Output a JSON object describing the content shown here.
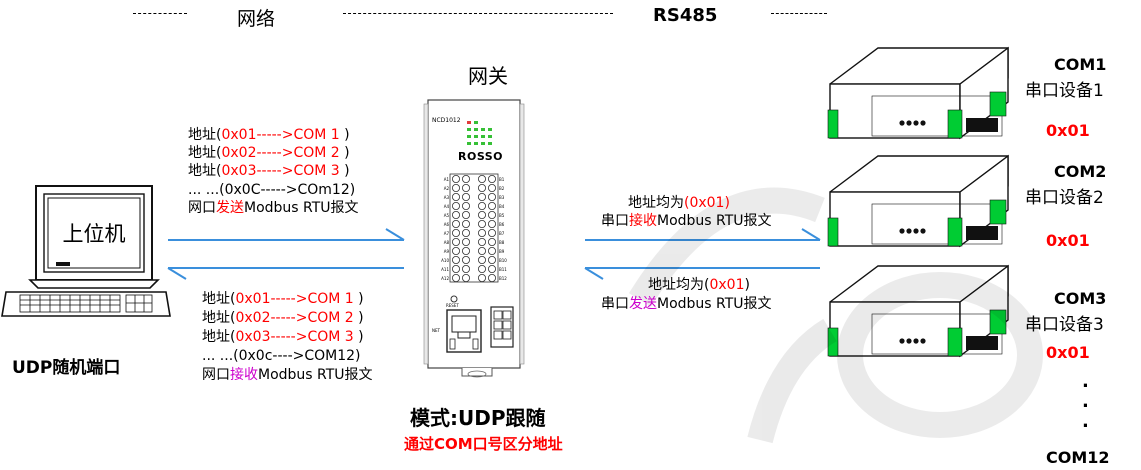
{
  "header": {
    "network_label": "网络",
    "rs485_label": "RS485"
  },
  "gateway": {
    "title": "网关",
    "model_label": "NCD1012",
    "brand_logo": "ROSSO",
    "terminals_left": [
      "A1",
      "A2",
      "A3",
      "A4",
      "A5",
      "A6",
      "A7",
      "A8",
      "A9",
      "A10",
      "A11",
      "A12"
    ],
    "terminals_right": [
      "B1",
      "B2",
      "B3",
      "B4",
      "B5",
      "B6",
      "B7",
      "B8",
      "B9",
      "B10",
      "B11",
      "B12"
    ],
    "reset_label": "RESET",
    "net_label": "NET"
  },
  "host": {
    "screen_label": "上位机",
    "port_label": "UDP随机端口"
  },
  "send_block": {
    "lines": [
      {
        "prefix": "地址(",
        "addr": "0x01----->COM 1",
        "suffix": " )"
      },
      {
        "prefix": "地址(",
        "addr": "0x02----->COM 2",
        "suffix": " )"
      },
      {
        "prefix": "地址(",
        "addr": "0x03----->COM 3",
        "suffix": " )"
      }
    ],
    "ellipsis_line": "... ...(0x0C----->COm12)",
    "footer_pre": "网口",
    "footer_verb": "发送",
    "footer_post": "Modbus RTU报文"
  },
  "recv_block": {
    "lines": [
      {
        "prefix": "地址(",
        "addr": "0x01----->COM 1",
        "suffix": " )"
      },
      {
        "prefix": "地址(",
        "addr": "0x02----->COM 2",
        "suffix": " )"
      },
      {
        "prefix": "地址(",
        "addr": "0x03----->COM 3",
        "suffix": " )"
      }
    ],
    "ellipsis_line": "... ...(0x0c---->COM12)",
    "footer_pre": "网口",
    "footer_verb": "接收",
    "footer_post": "Modbus RTU报文"
  },
  "rs_recv": {
    "line1_pre": "地址均为",
    "line1_val": "(0x01)",
    "line2_pre": "串口",
    "line2_verb": "接收",
    "line2_post": "Modbus RTU报文"
  },
  "rs_send": {
    "line1_pre": "地址均为(",
    "line1_val": "0x01",
    "line1_post": ")",
    "line2_pre": "串口",
    "line2_verb": "发送",
    "line2_post": "Modbus RTU报文"
  },
  "devices": [
    {
      "port": "COM1",
      "name": "串口设备1",
      "addr": "0x01"
    },
    {
      "port": "COM2",
      "name": "串口设备2",
      "addr": "0x01"
    },
    {
      "port": "COM3",
      "name": "串口设备3",
      "addr": "0x01"
    }
  ],
  "last_port": "COM12",
  "footer": {
    "mode_label": "模式:UDP跟随",
    "mode_note": "通过COM口号区分地址"
  },
  "colors": {
    "accent_red": "#ff0000",
    "accent_magenta": "#cc00cc",
    "arrow_blue": "#3a8fdc",
    "device_green": "#00cc33"
  }
}
